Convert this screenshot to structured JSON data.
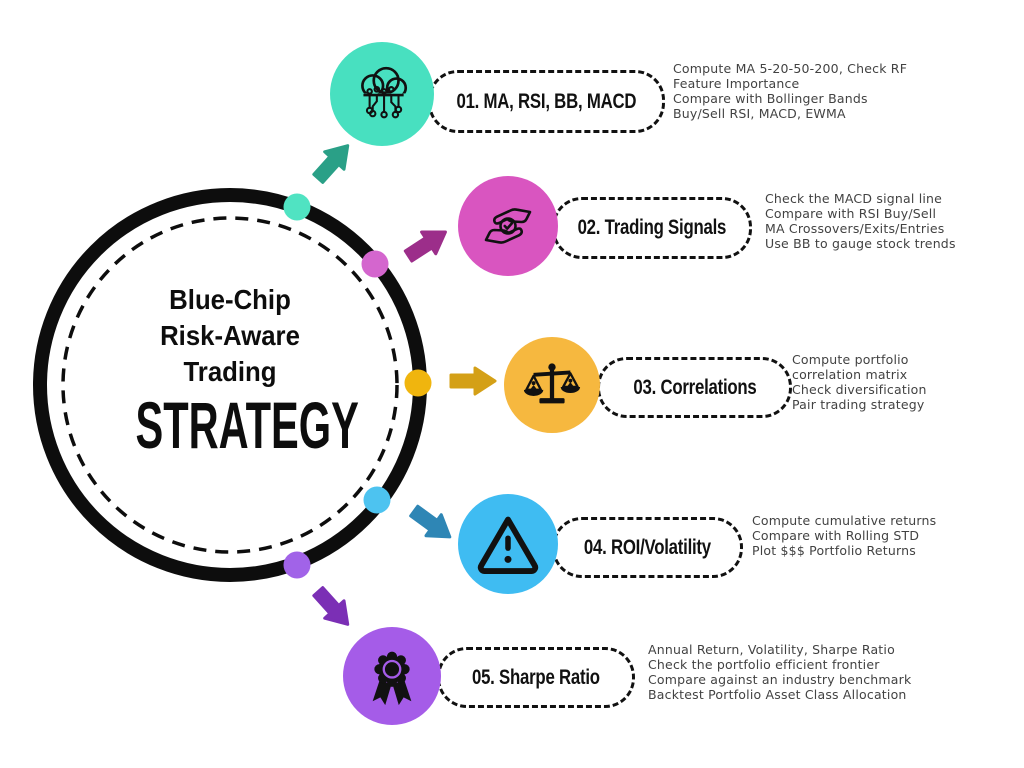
{
  "center": {
    "heading_lines": [
      "Blue-Chip",
      "Risk-Aware",
      "Trading"
    ],
    "title": "STRATEGY"
  },
  "steps": [
    {
      "label": "01. MA, RSI, BB, MACD",
      "icon": "ml-cloud-icon",
      "circle_color": "#48E0C0",
      "dot_color": "#50E3C2",
      "arrow_color": "#2AA087",
      "description": "Compute MA 5-20-50-200, Check RF\nFeature Importance\nCompare with Bollinger Bands\nBuy/Sell RSI, MACD, EWMA"
    },
    {
      "label": "02. Trading Signals",
      "icon": "hands-check-icon",
      "circle_color": "#D955C0",
      "dot_color": "#D466CE",
      "arrow_color": "#9C2E8A",
      "description": "Check the MACD signal line\nCompare with RSI Buy/Sell\nMA Crossovers/Exits/Entries\nUse BB to gauge stock trends"
    },
    {
      "label": "03. Correlations",
      "icon": "balance-scale-icon",
      "circle_color": "#F6B83F",
      "dot_color": "#F0B50E",
      "arrow_color": "#D4A017",
      "description": "Compute portfolio\ncorrelation matrix\nCheck diversification\nPair trading strategy"
    },
    {
      "label": "04. ROI/Volatility",
      "icon": "warning-triangle-icon",
      "circle_color": "#3FBCF2",
      "dot_color": "#4DC3F0",
      "arrow_color": "#2E86B5",
      "description": "Compute cumulative returns\nCompare with Rolling STD\nPlot $$$ Portfolio Returns"
    },
    {
      "label": "05. Sharpe Ratio",
      "icon": "award-ribbon-icon",
      "circle_color": "#A55CE8",
      "dot_color": "#A163E8",
      "arrow_color": "#7B2FB5",
      "description": "Annual Return, Volatility, Sharpe Ratio\nCheck the portfolio efficient frontier\nCompare against an industry benchmark\nBacktest Portfolio Asset Class Allocation"
    }
  ]
}
